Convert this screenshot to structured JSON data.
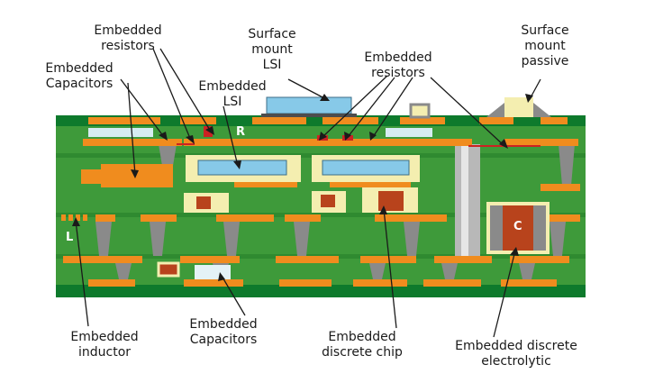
{
  "labels": {
    "embedded_resistors_top": [
      "Embedded",
      "resistors"
    ],
    "embedded_capacitors_top": [
      "Embedded",
      "Capacitors"
    ],
    "embedded_lsi": [
      "Embedded",
      "LSI"
    ],
    "surface_mount_lsi": [
      "Surface",
      "mount",
      "LSI"
    ],
    "embedded_resistors_right": [
      "Embedded",
      "resistors"
    ],
    "surface_mount_passive": [
      "Surface",
      "mount",
      "passive"
    ],
    "embedded_inductor": [
      "Embedded",
      "inductor"
    ],
    "embedded_capacitors_bottom": [
      "Embedded",
      "Capacitors"
    ],
    "embedded_discrete_chip": [
      "Embedded",
      "discrete chip"
    ],
    "embedded_discrete_electrolytic": [
      "Embedded discrete",
      "electrolytic"
    ]
  },
  "inline_marks": {
    "resistor_letter": "R",
    "inductor_letter": "L",
    "capacitor_letter": "C"
  },
  "colors": {
    "substrate": "#3e9a3a",
    "solder_mask": "#0e7a2c",
    "copper": "#f08c1e",
    "via": "#8a8a8a",
    "lsi_chip": "#87c9e8",
    "passive_body": "#f4eeb0",
    "capacitor_dark": "#b8431c",
    "resistor_red": "#cc2222"
  }
}
